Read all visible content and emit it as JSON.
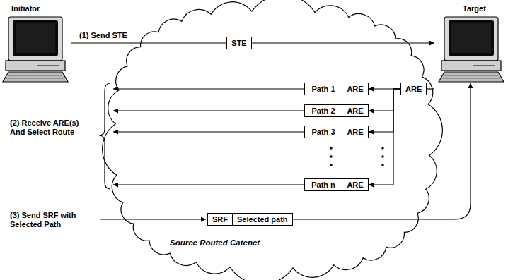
{
  "diagram": {
    "nodes": [
      {
        "text": [
          "Initiator"
        ]
      },
      {
        "text": [
          "Target"
        ]
      },
      {
        "text": [
          "Source Routed Catenet"
        ]
      },
      {
        "text": [
          "STE"
        ],
        "in": 2
      },
      {
        "text": [
          "ARE"
        ],
        "in": 2
      },
      {
        "text": [
          "Path 1",
          "ARE"
        ],
        "in": 2
      },
      {
        "text": [
          "Path 2",
          "ARE"
        ],
        "in": 2
      },
      {
        "text": [
          "Path 3",
          "ARE"
        ],
        "in": 2
      },
      {
        "text": [
          "Path n",
          "ARE"
        ],
        "in": 2
      },
      {
        "text": [
          "SRF",
          "Selected path"
        ],
        "in": 2
      }
    ],
    "edges": [
      {
        "from": 0,
        "to": 3,
        "label": "(1) Send STE",
        "arrow": "none"
      },
      {
        "from": 3,
        "to": 1,
        "arrow": "to"
      },
      {
        "from": 1,
        "to": 4,
        "arrow": "none"
      },
      {
        "from": 4,
        "to": 5,
        "arrow": "to"
      },
      {
        "from": 4,
        "to": 6,
        "arrow": "to"
      },
      {
        "from": 4,
        "to": 7,
        "arrow": "to"
      },
      {
        "from": 4,
        "to": 8,
        "arrow": "to"
      },
      {
        "from": 9,
        "to": 1,
        "arrow": "to"
      }
    ],
    "labels": [
      "(2) Receive ARE(s) And Select Route",
      "(3) Send SRF with Selected Path"
    ]
  }
}
